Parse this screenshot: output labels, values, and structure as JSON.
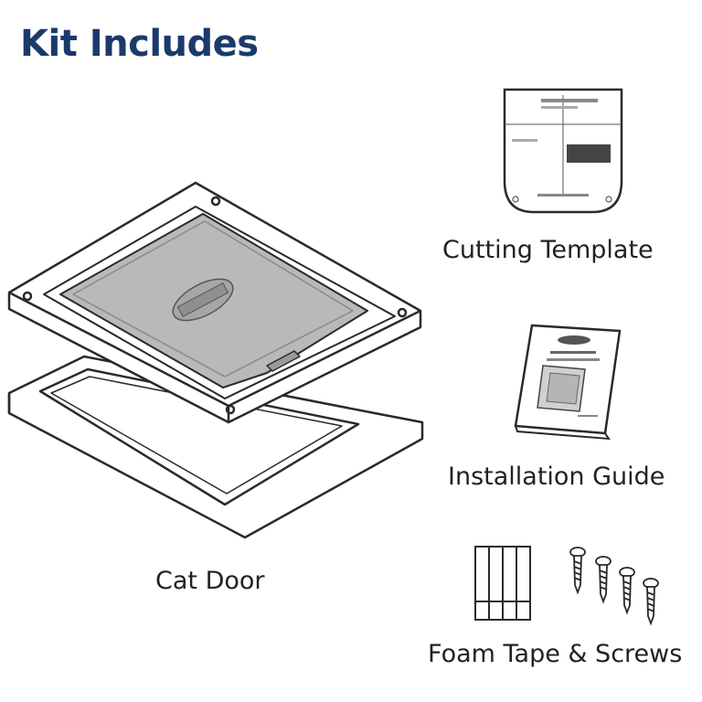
{
  "title": "Kit Includes",
  "colors": {
    "title": "#1b3a6b",
    "label": "#222222",
    "outline": "#2a2a2a",
    "flap": "#b9b9b9"
  },
  "items": [
    {
      "label": "Cat Door",
      "icon": "cat-door-icon"
    },
    {
      "label": "Cutting Template",
      "icon": "cutting-template-icon"
    },
    {
      "label": "Installation Guide",
      "icon": "installation-guide-icon"
    },
    {
      "label": "Foam Tape & Screws",
      "icon": "foam-tape-screws-icon"
    }
  ]
}
